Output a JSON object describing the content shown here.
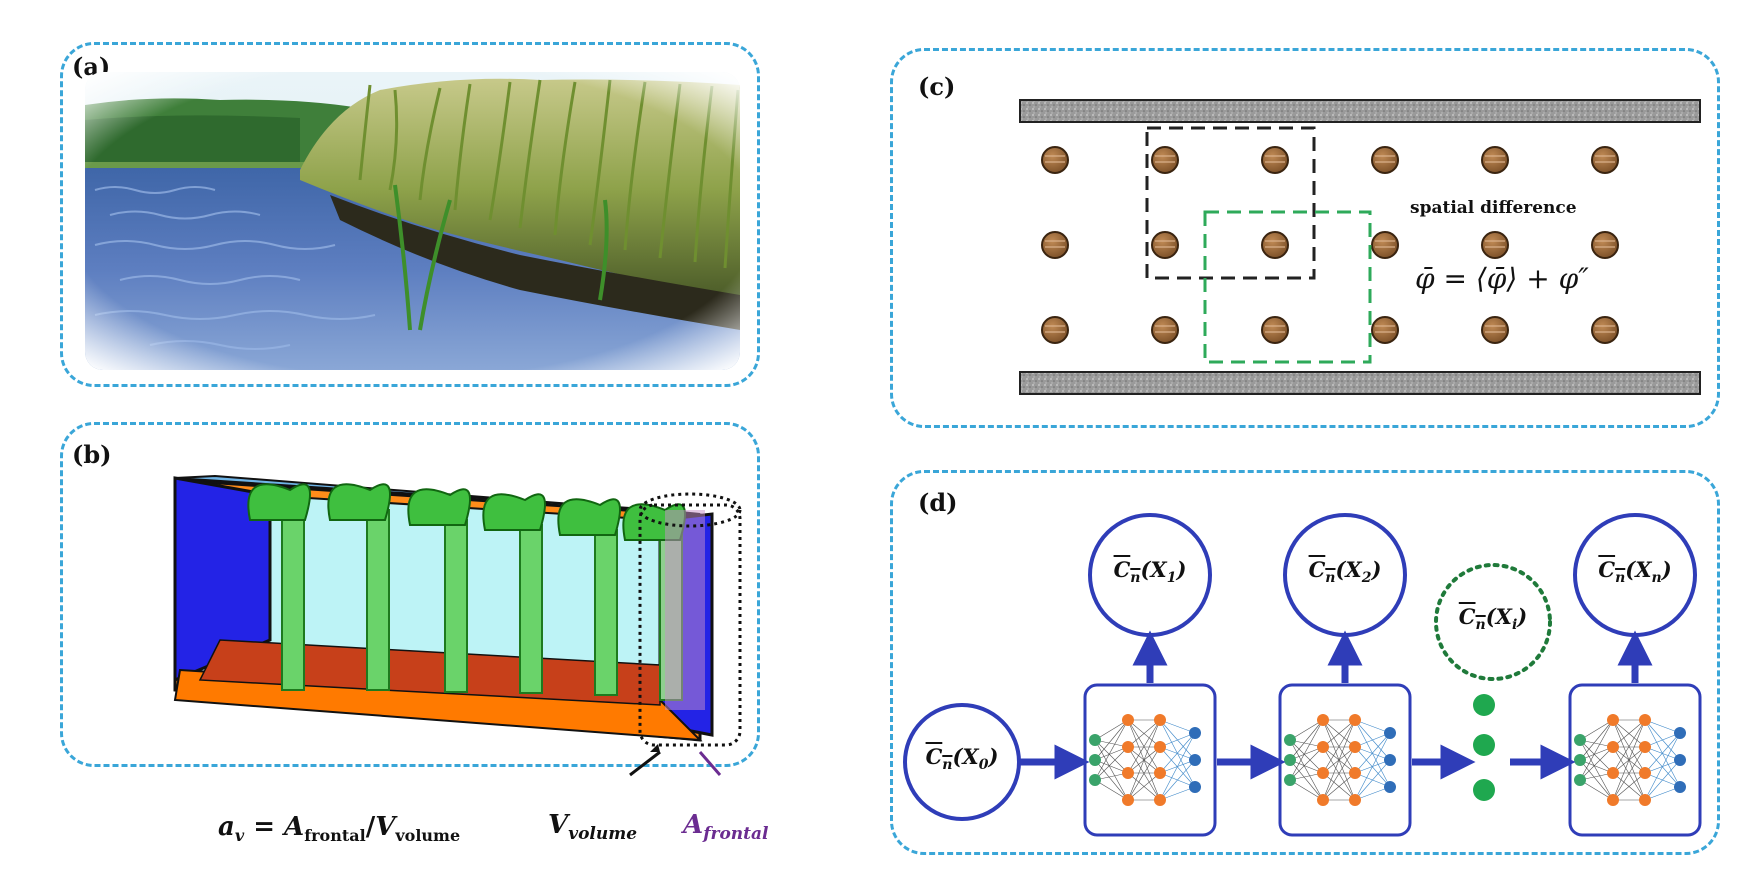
{
  "panels": {
    "a": {
      "label": "(a)"
    },
    "b": {
      "label": "(b)",
      "formula": "a_v = A_frontal/V_volume",
      "v_volume_label": "V_volume",
      "a_frontal_label": "A_frontal",
      "formula_parts": {
        "av": "a",
        "av_sub": "v",
        "eq": " = ",
        "A": "A",
        "A_sub": "frontal",
        "slash": "/",
        "V": "V",
        "V_sub": "volume"
      },
      "vvol": {
        "main": "V",
        "sub": "volume"
      },
      "afront": {
        "main": "A",
        "sub": "frontal"
      }
    },
    "c": {
      "label": "(c)",
      "annotation": "spatial difference",
      "equation": "φ̄ = ⟨φ̄⟩ + φ″",
      "cylinder_rows": 3,
      "cylinder_cols": 6
    },
    "d": {
      "label": "(d)",
      "input_node": {
        "main": "C",
        "sub": "n",
        "arg": "(X",
        "arg_sub": "0",
        "close": ")"
      },
      "output_nodes": [
        {
          "main": "C",
          "sub": "n",
          "arg": "(X",
          "arg_sub": "1",
          "close": ")",
          "dotted": false
        },
        {
          "main": "C",
          "sub": "n",
          "arg": "(X",
          "arg_sub": "2",
          "close": ")",
          "dotted": false
        },
        {
          "main": "C",
          "sub": "n",
          "arg": "(X",
          "arg_sub": "i",
          "close": ")",
          "dotted": true
        },
        {
          "main": "C",
          "sub": "n",
          "arg": "(X",
          "arg_sub": "n",
          "close": ")",
          "dotted": false
        }
      ]
    }
  },
  "colors": {
    "panel_border": "#3aa6d8",
    "node_border": "#2f3db8",
    "arrow": "#2f3db8",
    "dotted_node": "#1f7a3a",
    "dot_green": "#1fa84f",
    "cylinder": "#9a6a3e",
    "frontal_purple": "#6b2c91",
    "black_box": "#222222",
    "green_box": "#2eaa5a"
  },
  "icons": {
    "neural_net": "neural-network-icon",
    "cylinder": "vegetation-stem-cylinder"
  }
}
